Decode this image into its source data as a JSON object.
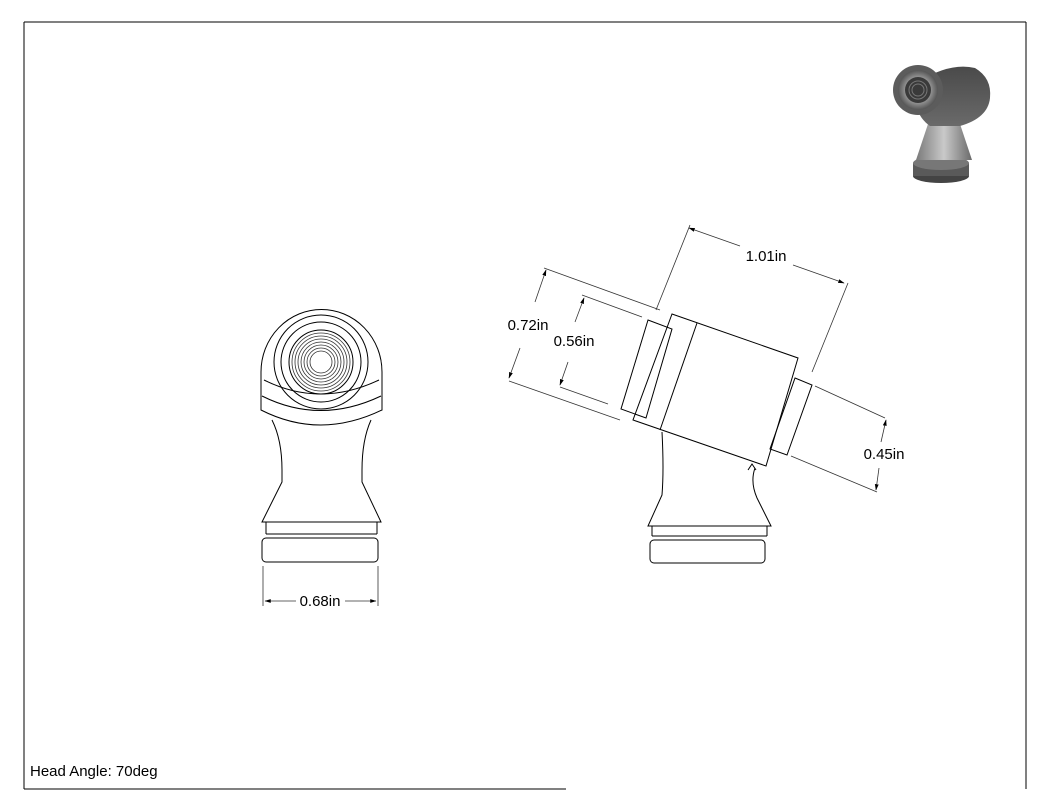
{
  "footer": {
    "head_angle_label": "Head Angle: 70deg"
  },
  "dimensions": {
    "front_width": "0.68in",
    "side_length": "1.01in",
    "side_outer_height": "0.72in",
    "side_inner_height": "0.56in",
    "side_port_height": "0.45in"
  },
  "colors": {
    "line": "#000000",
    "render_dark": "#3c3c3c",
    "render_mid": "#8a8a8a",
    "render_light": "#c8c8c8"
  }
}
